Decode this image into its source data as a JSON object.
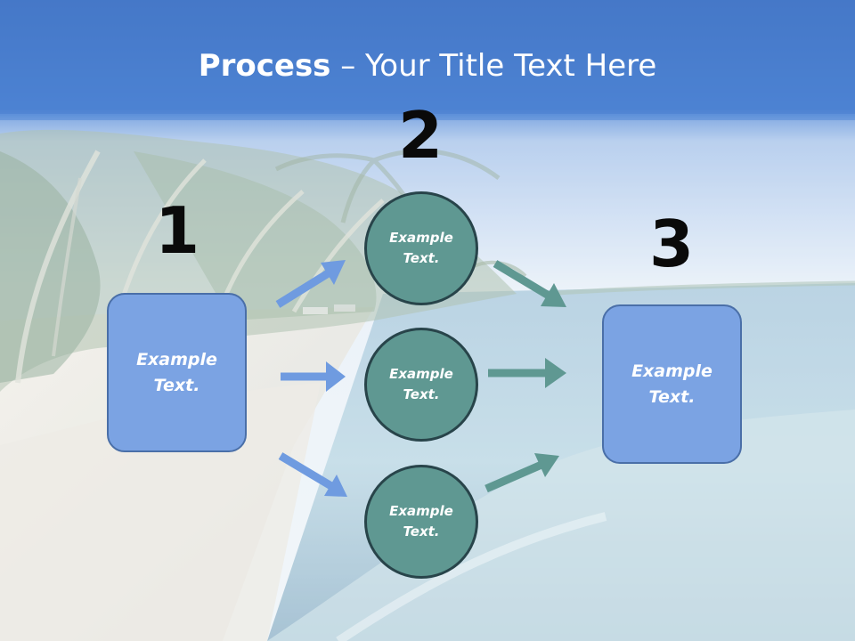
{
  "title": {
    "bold": "Process",
    "rest": " – Your Title Text Here"
  },
  "steps": [
    {
      "number": "1",
      "text": "Example Text."
    },
    {
      "number": "2",
      "text": "Example Text."
    },
    {
      "number": "3",
      "text": "Example Text."
    }
  ],
  "middle_nodes": [
    {
      "text": "Example Text."
    },
    {
      "text": "Example Text."
    },
    {
      "text": "Example Text."
    }
  ],
  "colors": {
    "box_fill": "#7ba3e3",
    "circle_fill": "#5f9892",
    "arrow_blue": "#6f9be0",
    "arrow_teal": "#5f9892",
    "title_bar": "#4a7fd0"
  }
}
